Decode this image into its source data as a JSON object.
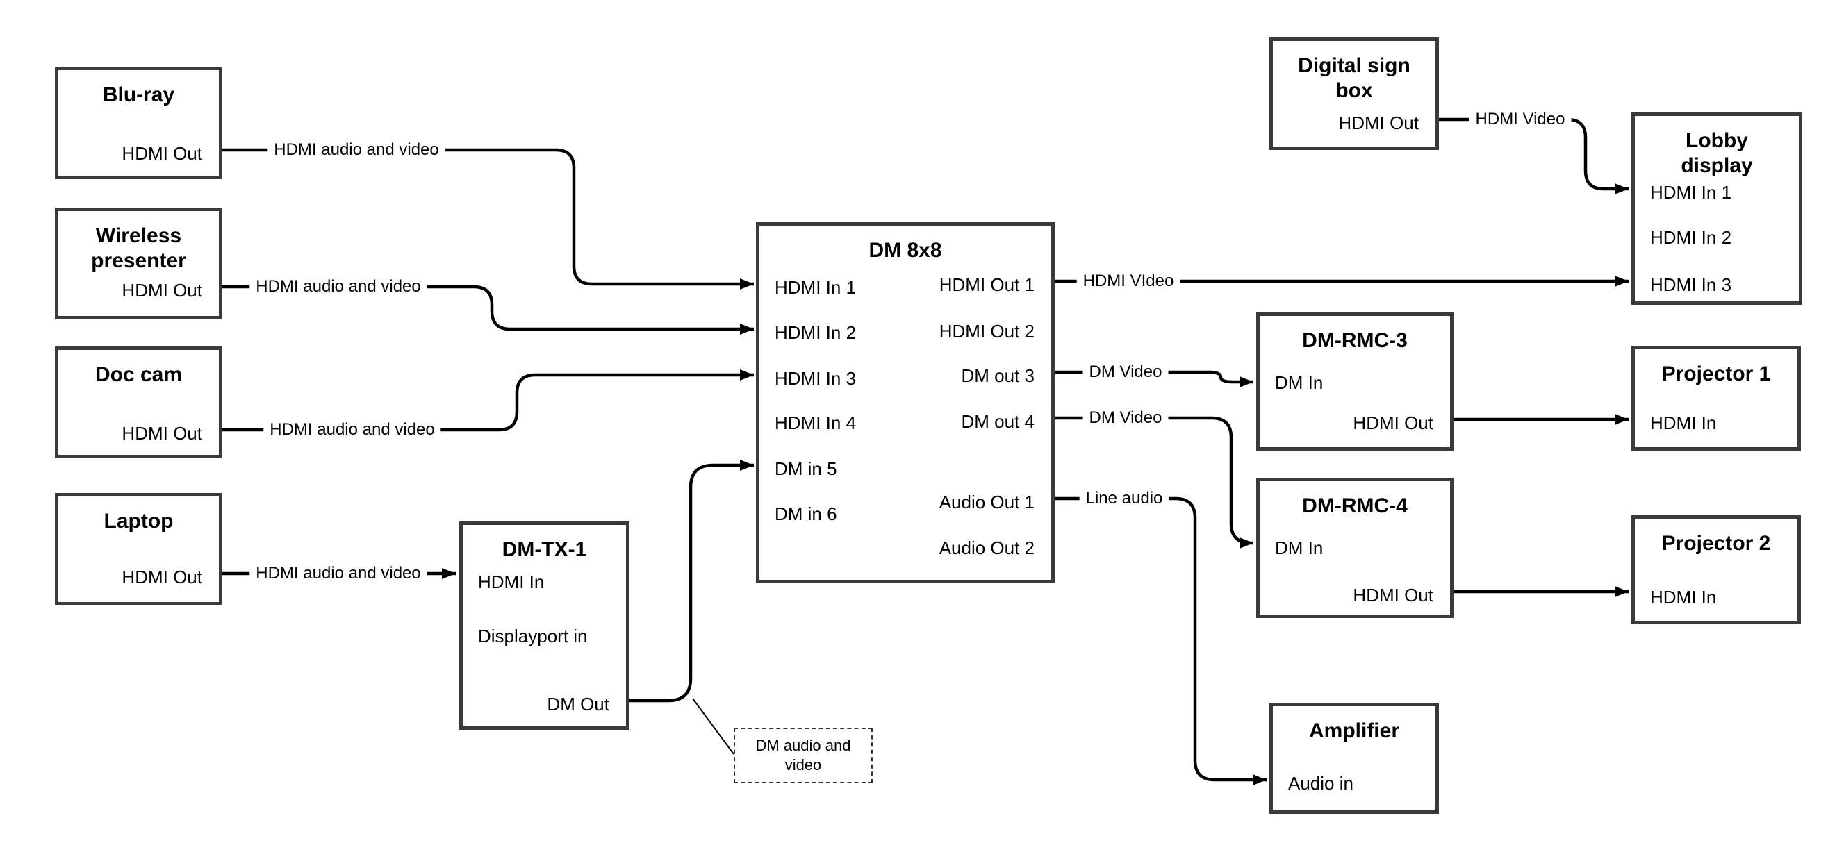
{
  "nodes": {
    "bluray": {
      "title": "Blu-ray",
      "port_hdmi_out": "HDMI Out"
    },
    "wireless": {
      "title": "Wireless\npresenter",
      "port_hdmi_out": "HDMI Out"
    },
    "doccam": {
      "title": "Doc cam",
      "port_hdmi_out": "HDMI Out"
    },
    "laptop": {
      "title": "Laptop",
      "port_hdmi_out": "HDMI Out"
    },
    "dmtx1": {
      "title": "DM-TX-1",
      "port_hdmi_in": "HDMI In",
      "port_displayport_in": "Displayport in",
      "port_dm_out": "DM Out"
    },
    "dm8x8": {
      "title": "DM 8x8",
      "inputs": [
        "HDMI In 1",
        "HDMI In 2",
        "HDMI In 3",
        "HDMI In 4",
        "DM in 5",
        "DM in 6"
      ],
      "outputs": [
        "HDMI Out 1",
        "HDMI Out 2",
        "DM out 3",
        "DM out 4",
        "Audio Out 1",
        "Audio Out 2"
      ]
    },
    "signbox": {
      "title": "Digital sign\nbox",
      "port_hdmi_out": "HDMI Out"
    },
    "lobby": {
      "title": "Lobby\ndisplay",
      "ports": [
        "HDMI In 1",
        "HDMI In 2",
        "HDMI In 3"
      ]
    },
    "dmrmc3": {
      "title": "DM-RMC-3",
      "port_dm_in": "DM In",
      "port_hdmi_out": "HDMI Out"
    },
    "proj1": {
      "title": "Projector 1",
      "port_hdmi_in": "HDMI In"
    },
    "dmrmc4": {
      "title": "DM-RMC-4",
      "port_dm_in": "DM In",
      "port_hdmi_out": "HDMI Out"
    },
    "proj2": {
      "title": "Projector 2",
      "port_hdmi_in": "HDMI In"
    },
    "amp": {
      "title": "Amplifier",
      "port_audio_in": "Audio in"
    }
  },
  "edges": {
    "bluray_to_dm8x8": {
      "label": "HDMI audio and video"
    },
    "wireless_to_dm8x8": {
      "label": "HDMI audio and video"
    },
    "doccam_to_dm8x8": {
      "label": "HDMI audio and video"
    },
    "laptop_to_dmtx1": {
      "label": "HDMI audio and video"
    },
    "dm8x8_to_lobby": {
      "label": "HDMI VIdeo"
    },
    "signbox_to_lobby": {
      "label": "HDMI Video"
    },
    "dm8x8_to_dmrmc3": {
      "label": "DM Video"
    },
    "dm8x8_to_dmrmc4": {
      "label": "DM Video"
    },
    "dm8x8_to_amp": {
      "label": "Line audio"
    },
    "dmtx1_callout": {
      "label": "DM audio and\nvideo"
    }
  },
  "colors": {
    "line": "#000000",
    "box_border": "#3a3a3a",
    "background": "#ffffff"
  }
}
